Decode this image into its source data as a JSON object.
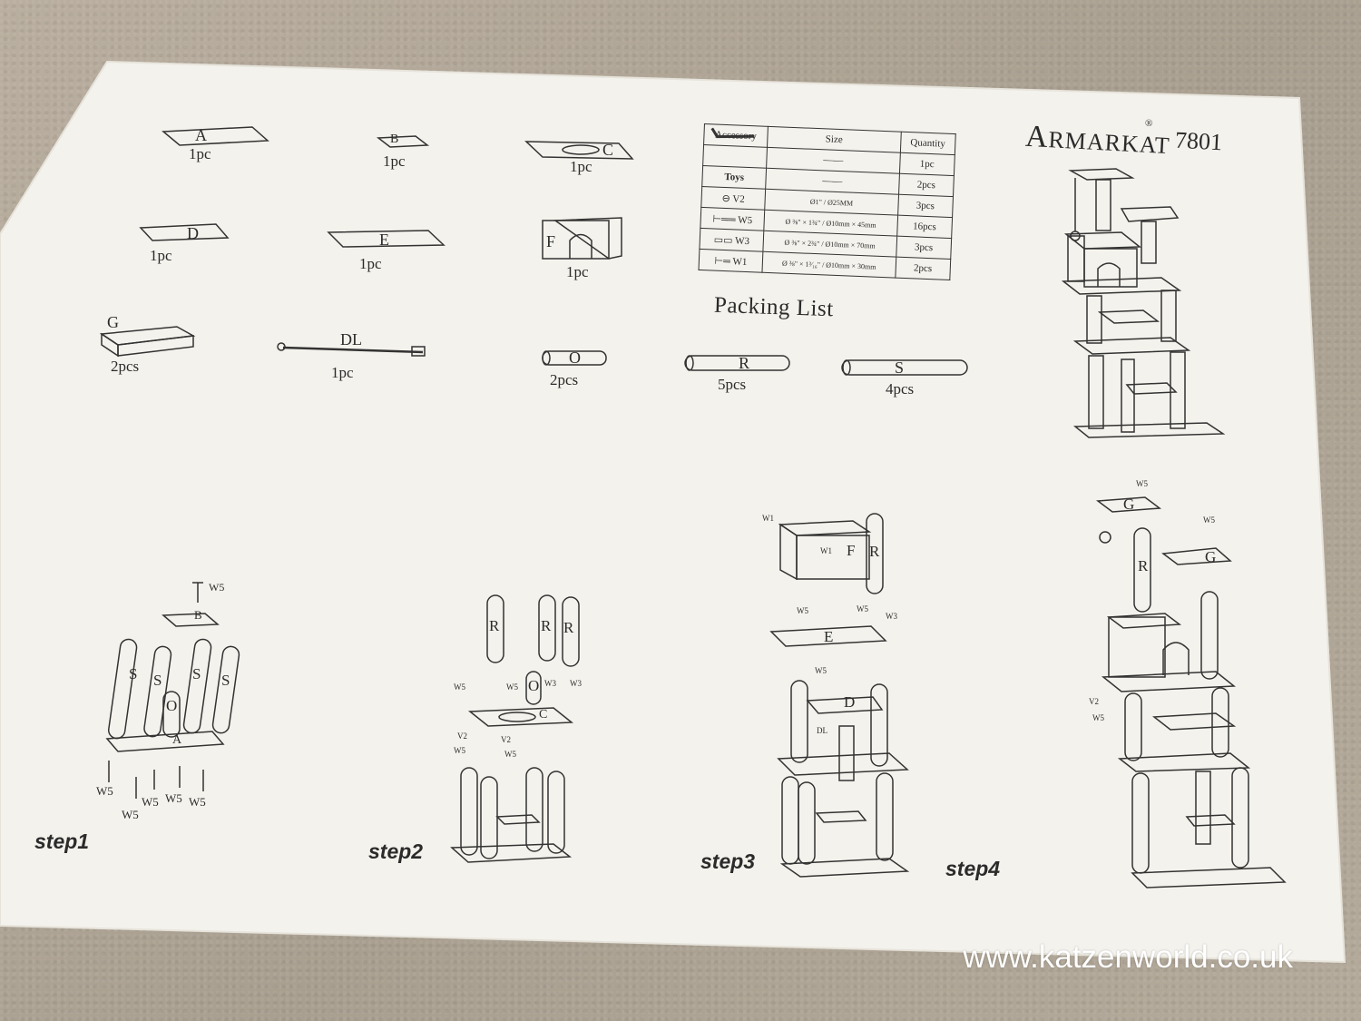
{
  "brand": {
    "name_cap": "A",
    "name_rest": "RMARKAT",
    "registered": "®",
    "model": "7801"
  },
  "title": "Packing List",
  "parts": {
    "A": {
      "name": "A",
      "qty": "1pc"
    },
    "B": {
      "name": "B",
      "qty": "1pc"
    },
    "C": {
      "name": "C",
      "qty": "1pc"
    },
    "D": {
      "name": "D",
      "qty": "1pc"
    },
    "E": {
      "name": "E",
      "qty": "1pc"
    },
    "F": {
      "name": "F",
      "qty": "1pc"
    },
    "G": {
      "name": "G",
      "qty": "2pcs"
    },
    "DL": {
      "name": "DL",
      "qty": "1pc"
    },
    "O": {
      "name": "O",
      "qty": "2pcs"
    },
    "R": {
      "name": "R",
      "qty": "5pcs"
    },
    "S": {
      "name": "S",
      "qty": "4pcs"
    }
  },
  "packing_table": {
    "headers": [
      "Accessory",
      "Size",
      "Quantity"
    ],
    "rows": [
      {
        "code": "",
        "size": "——",
        "quantity": "1pc"
      },
      {
        "code": "Toys",
        "size": "——",
        "quantity": "2pcs"
      },
      {
        "code": "V2",
        "size": "Ø1\" / Ø25MM",
        "quantity": "3pcs"
      },
      {
        "code": "W5",
        "size": "Ø ⅜\" × 1¾\" / Ø10mm × 45mm",
        "quantity": "16pcs"
      },
      {
        "code": "W3",
        "size": "Ø ⅜\" × 2¾\" / Ø10mm × 70mm",
        "quantity": "3pcs"
      },
      {
        "code": "W1",
        "size": "Ø ⅜\" × 1³⁄₁₆\" / Ø10mm × 30mm",
        "quantity": "2pcs"
      }
    ]
  },
  "steps": [
    "step1",
    "step2",
    "step3",
    "step4"
  ],
  "hardware_labels": {
    "w5": "W5",
    "w3": "W3",
    "w1": "W1",
    "v2": "V2"
  },
  "watermark": "www.katzenworld.co.uk"
}
